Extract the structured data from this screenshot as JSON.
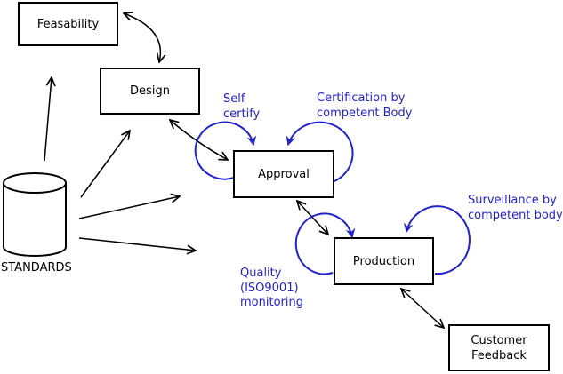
{
  "diagram": {
    "colors": {
      "line": "#000000",
      "accent": "#2222cc",
      "background": "#ffffff"
    },
    "nodes": [
      {
        "id": "feasability",
        "label": "Feasability",
        "shape": "box"
      },
      {
        "id": "design",
        "label": "Design",
        "shape": "box"
      },
      {
        "id": "approval",
        "label": "Approval",
        "shape": "box"
      },
      {
        "id": "production",
        "label": "Production",
        "shape": "box"
      },
      {
        "id": "customer_feedback",
        "label": "Customer\nFeedback",
        "shape": "box"
      },
      {
        "id": "standards",
        "label": "STANDARDS",
        "shape": "cylinder"
      }
    ],
    "annotations": [
      {
        "id": "self_certify",
        "label": "Self\ncertify",
        "attached_to": "approval"
      },
      {
        "id": "certification",
        "label": "Certification by\ncompetent Body",
        "attached_to": "approval"
      },
      {
        "id": "surveillance",
        "label": "Surveillance by\ncompetent body",
        "attached_to": "production"
      },
      {
        "id": "quality_monitoring",
        "label": "Quality\n(ISO9001)\nmonitoring",
        "attached_to": "production"
      }
    ],
    "edges": [
      {
        "from": "standards",
        "to": "feasability",
        "style": "single-arrow"
      },
      {
        "from": "standards",
        "to": "design",
        "style": "single-arrow"
      },
      {
        "from": "standards",
        "to": "approval",
        "style": "single-arrow"
      },
      {
        "from": "standards",
        "to": "production",
        "style": "single-arrow"
      },
      {
        "from": "feasability",
        "to": "design",
        "style": "double-arrow"
      },
      {
        "from": "design",
        "to": "approval",
        "style": "double-arrow"
      },
      {
        "from": "approval",
        "to": "production",
        "style": "double-arrow"
      },
      {
        "from": "production",
        "to": "customer_feedback",
        "style": "double-arrow"
      },
      {
        "from": "approval",
        "to": "approval",
        "style": "self-loop",
        "label": "Self certify"
      },
      {
        "from": "approval",
        "to": "approval",
        "style": "self-loop",
        "label": "Certification by competent Body"
      },
      {
        "from": "production",
        "to": "production",
        "style": "self-loop",
        "label": "Quality (ISO9001) monitoring"
      },
      {
        "from": "production",
        "to": "production",
        "style": "self-loop",
        "label": "Surveillance by competent body"
      }
    ]
  }
}
